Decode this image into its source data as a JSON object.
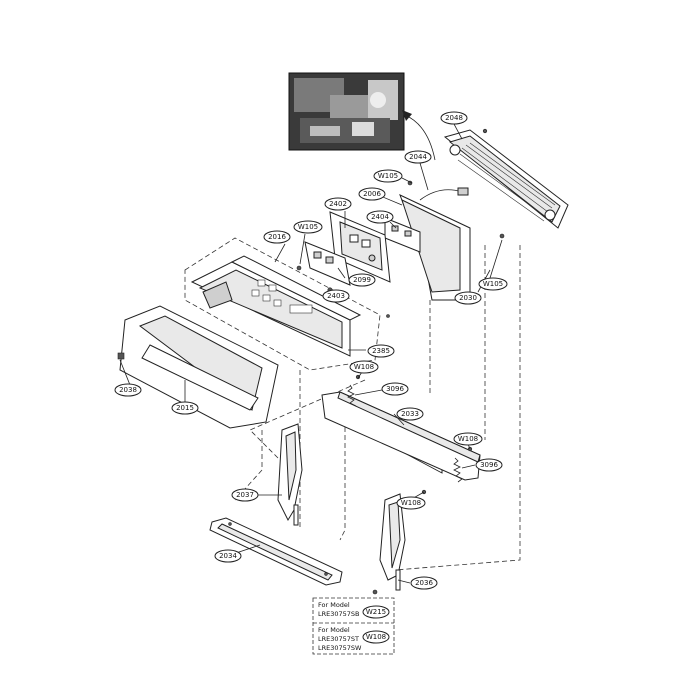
{
  "callouts": {
    "c2048": "2048",
    "c2044": "2044",
    "cW105a": "W105",
    "c2006": "2006",
    "c2402": "2402",
    "c2404": "2404",
    "cW105b": "W105",
    "c2016": "2016",
    "c2099": "2099",
    "c2403": "2403",
    "c2030": "2030",
    "cW105c": "W105",
    "c2385": "2385",
    "c2038": "2038",
    "c2015": "2015",
    "cW108a": "W108",
    "c3096a": "3096",
    "c2033": "2033",
    "cW108b": "W108",
    "c3096b": "3096",
    "c2037": "2037",
    "cW108c": "W108",
    "c2034": "2034",
    "c2036": "2036",
    "cW215": "W215",
    "cW108d": "W108"
  },
  "model_note": {
    "group1_line1": "For Model",
    "group1_line2": "LRE30757SB",
    "group2_line1": "For Model",
    "group2_line2": "LRE30757ST",
    "group2_line3": "LRE30757SW"
  }
}
